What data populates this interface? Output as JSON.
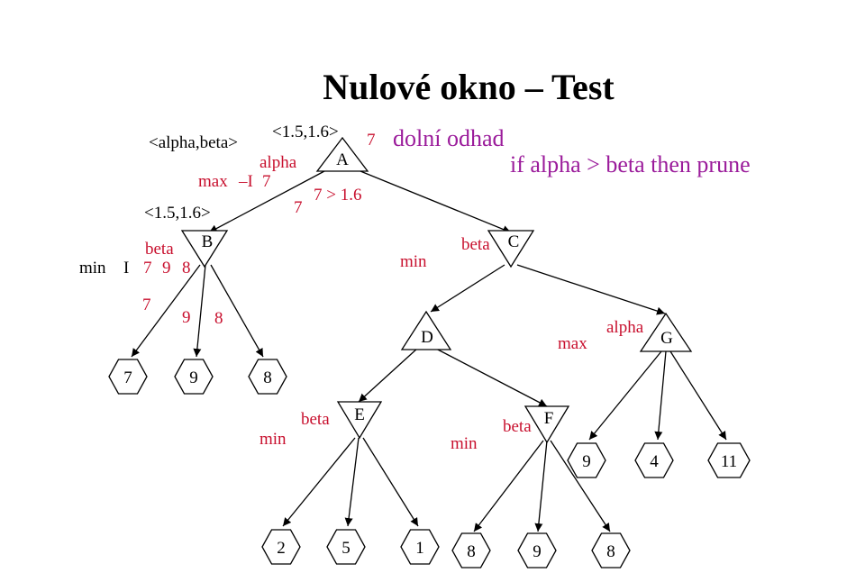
{
  "title": "Nulové okno – Test",
  "notes": {
    "lower_bound": "dolní odhad",
    "prune_rule": "if alpha > beta then prune"
  },
  "labels": {
    "window_header": "<alpha,beta>",
    "window_root": "<1.5,1.6>",
    "window_b": "<1.5,1.6>",
    "root_value": "7",
    "alpha_root": "alpha",
    "max_label": "max",
    "minus_inf": "–I",
    "alpha_value": "7",
    "compare": "7 > 1.6",
    "root_edge_value": "7",
    "beta_b": "beta",
    "min_left": "min",
    "inf_left": "I",
    "b_values": [
      "7",
      "9",
      "8"
    ],
    "edge_b_values": [
      "7",
      "9",
      "8"
    ],
    "min_c": "min",
    "beta_c": "beta",
    "max_g": "max",
    "alpha_g": "alpha",
    "min_e": "min",
    "beta_e": "beta",
    "min_f": "min",
    "beta_f": "beta"
  },
  "nodes": {
    "A": {
      "label": "A",
      "kind": "max"
    },
    "B": {
      "label": "B",
      "kind": "min"
    },
    "C": {
      "label": "C",
      "kind": "min"
    },
    "D": {
      "label": "D",
      "kind": "max"
    },
    "E": {
      "label": "E",
      "kind": "min"
    },
    "F": {
      "label": "F",
      "kind": "min"
    },
    "G": {
      "label": "G",
      "kind": "max"
    }
  },
  "leaves": {
    "b1": "7",
    "b2": "9",
    "b3": "8",
    "e1": "2",
    "e2": "5",
    "e3": "1",
    "f1": "8",
    "f2": "9",
    "f3": "8",
    "g1": "9",
    "g2": "4",
    "g3": "11"
  },
  "colors": {
    "annotation": "#c8102e",
    "note": "#9b1c9b",
    "line": "#000000"
  }
}
